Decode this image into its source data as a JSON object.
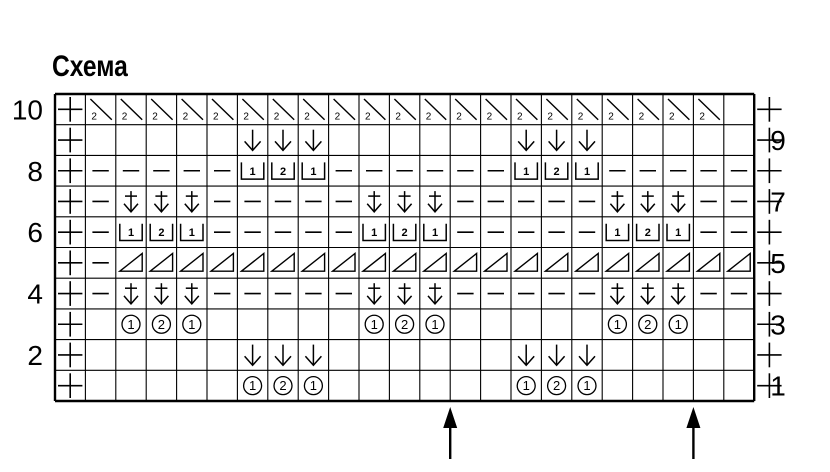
{
  "title": "Схема",
  "chart_data": {
    "type": "table",
    "left_row_labels": [
      {
        "row": 10,
        "text": "10"
      },
      {
        "row": 8,
        "text": "8"
      },
      {
        "row": 6,
        "text": "6"
      },
      {
        "row": 4,
        "text": "4"
      },
      {
        "row": 2,
        "text": "2"
      }
    ],
    "right_row_labels": [
      {
        "row": 9,
        "text": "9"
      },
      {
        "row": 7,
        "text": "7"
      },
      {
        "row": 5,
        "text": "5"
      },
      {
        "row": 3,
        "text": "3"
      },
      {
        "row": 1,
        "text": "1"
      }
    ],
    "columns": 23,
    "rows": [
      {
        "row": 10,
        "cells": [
          "+",
          "k2tog",
          "k2tog",
          "k2tog",
          "k2tog",
          "k2tog",
          "k2tog",
          "k2tog",
          "k2tog",
          "k2tog",
          "k2tog",
          "k2tog",
          "k2tog",
          "k2tog",
          "k2tog",
          "k2tog",
          "k2tog",
          "k2tog",
          "k2tog",
          "k2tog",
          "k2tog",
          "k2tog",
          "e",
          "+"
        ]
      },
      {
        "row": 9,
        "cells": [
          "+",
          "e",
          "e",
          "e",
          "e",
          "e",
          "dn",
          "dn",
          "dn",
          "e",
          "e",
          "e",
          "e",
          "e",
          "e",
          "dn",
          "dn",
          "dn",
          "e",
          "e",
          "e",
          "e",
          "e",
          "+"
        ]
      },
      {
        "row": 8,
        "cells": [
          "+",
          "-",
          "-",
          "-",
          "-",
          "-",
          "b1",
          "b2",
          "b1",
          "-",
          "-",
          "-",
          "-",
          "-",
          "-",
          "b1",
          "b2",
          "b1",
          "-",
          "-",
          "-",
          "-",
          "-",
          "+"
        ]
      },
      {
        "row": 7,
        "cells": [
          "+",
          "-",
          "db",
          "db",
          "db",
          "-",
          "-",
          "-",
          "-",
          "-",
          "db",
          "db",
          "db",
          "-",
          "-",
          "-",
          "-",
          "-",
          "db",
          "db",
          "db",
          "-",
          "-",
          "+"
        ]
      },
      {
        "row": 6,
        "cells": [
          "+",
          "-",
          "b1",
          "b2",
          "b1",
          "-",
          "-",
          "-",
          "-",
          "-",
          "b1",
          "b2",
          "b1",
          "-",
          "-",
          "-",
          "-",
          "-",
          "b1",
          "b2",
          "b1",
          "-",
          "-",
          "+"
        ]
      },
      {
        "row": 5,
        "cells": [
          "+",
          "-",
          "tri",
          "tri",
          "tri",
          "tri",
          "tri",
          "tri",
          "tri",
          "tri",
          "tri",
          "tri",
          "tri",
          "tri",
          "tri",
          "tri",
          "tri",
          "tri",
          "tri",
          "tri",
          "tri",
          "tri",
          "tri",
          "+"
        ]
      },
      {
        "row": 4,
        "cells": [
          "+",
          "-",
          "db",
          "db",
          "db",
          "-",
          "-",
          "-",
          "-",
          "-",
          "db",
          "db",
          "db",
          "-",
          "-",
          "-",
          "-",
          "-",
          "db",
          "db",
          "db",
          "-",
          "-",
          "+"
        ]
      },
      {
        "row": 3,
        "cells": [
          "+",
          "e",
          "c1",
          "c2",
          "c1",
          "e",
          "e",
          "e",
          "e",
          "e",
          "c1",
          "c2",
          "c1",
          "e",
          "e",
          "e",
          "e",
          "e",
          "c1",
          "c2",
          "c1",
          "e",
          "e",
          "+"
        ]
      },
      {
        "row": 2,
        "cells": [
          "+",
          "e",
          "e",
          "e",
          "e",
          "e",
          "dn",
          "dn",
          "dn",
          "e",
          "e",
          "e",
          "e",
          "e",
          "e",
          "dn",
          "dn",
          "dn",
          "e",
          "e",
          "e",
          "e",
          "e",
          "+"
        ]
      },
      {
        "row": 1,
        "cells": [
          "+",
          "e",
          "e",
          "e",
          "e",
          "e",
          "c1",
          "c2",
          "c1",
          "e",
          "e",
          "e",
          "e",
          "e",
          "e",
          "c1",
          "c2",
          "c1",
          "e",
          "e",
          "e",
          "e",
          "e",
          "+"
        ]
      }
    ],
    "arrows_after_column": [
      13,
      21
    ],
    "symbol_text": {
      "k2tog": "2",
      "b1": "1",
      "b2": "2",
      "c1": "1",
      "c2": "2"
    }
  }
}
